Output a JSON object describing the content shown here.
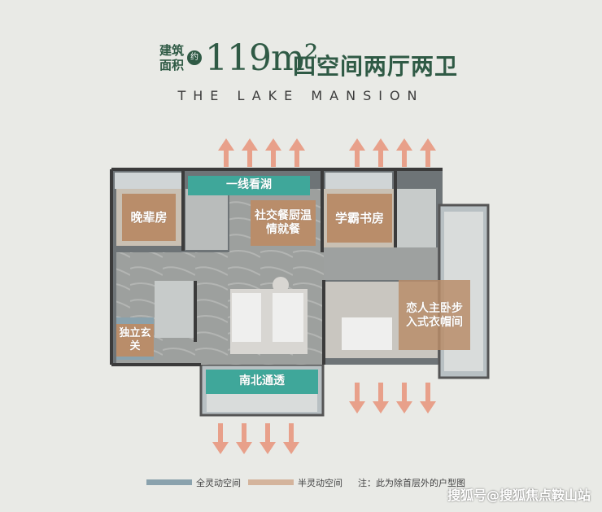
{
  "title": {
    "prefix_line1": "建筑",
    "prefix_line2": "面积",
    "approx": "约",
    "area": "119m²",
    "layout": "四空间两厅两卫"
  },
  "subtitle": "THE LAKE MANSION",
  "labels": {
    "lake_view": "一线看湖",
    "elder_room": "晚辈房",
    "kitchen_dining": "社交餐厨温情就餐",
    "study_room": "学霸书房",
    "master_suite": "恋人主卧步入式衣帽间",
    "entrance": "独立玄关",
    "through_ventilation": "南北通透"
  },
  "legend": {
    "full_flex": "全灵动空间",
    "semi_flex": "半灵动空间",
    "note": "注：此为除首层外的户型图"
  },
  "colors": {
    "title_green": "#2f5a45",
    "teal": "#3fa79a",
    "blue_flex": "#8aa2ad",
    "tan_flex": "#b98d6a",
    "arrow": "#e08870"
  },
  "watermark": "搜狐号@搜狐焦点鞍山站"
}
